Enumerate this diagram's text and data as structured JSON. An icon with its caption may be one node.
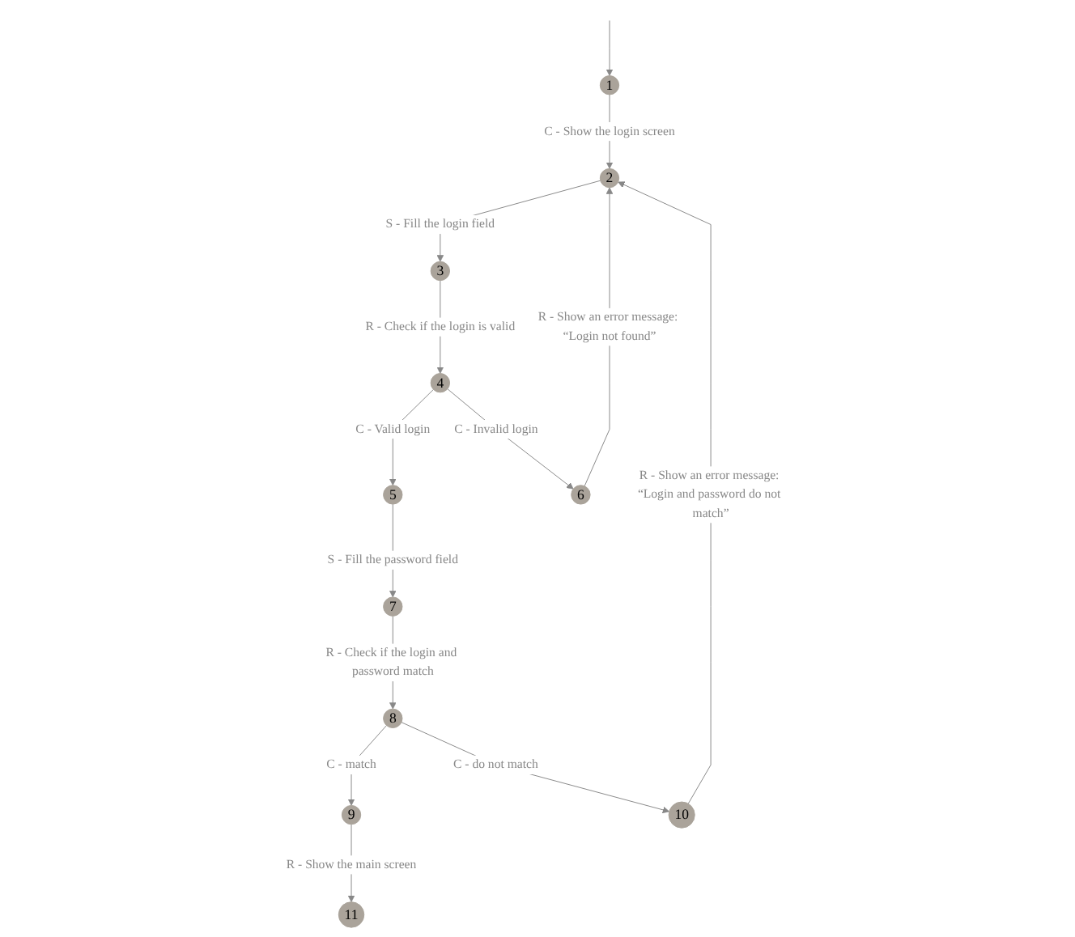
{
  "diagram": {
    "nodes": [
      {
        "text": [
          "1"
        ]
      },
      {
        "text": [
          "2"
        ]
      },
      {
        "text": [
          "3"
        ]
      },
      {
        "text": [
          "4"
        ]
      },
      {
        "text": [
          "5"
        ]
      },
      {
        "text": [
          "6"
        ]
      },
      {
        "text": [
          "7"
        ]
      },
      {
        "text": [
          "8"
        ]
      },
      {
        "text": [
          "9"
        ]
      },
      {
        "text": [
          "10"
        ]
      },
      {
        "text": [
          "11"
        ]
      }
    ],
    "edges": [
      {
        "from": null,
        "to": 0,
        "arrow": "to"
      },
      {
        "from": 0,
        "to": 1,
        "arrow": "to",
        "label": "C - Show the login screen"
      },
      {
        "from": 1,
        "to": 2,
        "arrow": "to",
        "label": "S - Fill the login field"
      },
      {
        "from": 2,
        "to": 3,
        "arrow": "to",
        "label": "R - Check if the login is valid"
      },
      {
        "from": 3,
        "to": 4,
        "arrow": "to",
        "label": "C - Valid login"
      },
      {
        "from": 3,
        "to": 5,
        "arrow": "to",
        "label": "C - Invalid login"
      },
      {
        "from": 5,
        "to": 1,
        "arrow": "to",
        "label": "R - Show an error message: “Login not found”"
      },
      {
        "from": 4,
        "to": 6,
        "arrow": "to",
        "label": "S - Fill the password field"
      },
      {
        "from": 6,
        "to": 7,
        "arrow": "to",
        "label": "R - Check if the login and password match"
      },
      {
        "from": 7,
        "to": 8,
        "arrow": "to",
        "label": "C - match"
      },
      {
        "from": 7,
        "to": 9,
        "arrow": "to",
        "label": "C - do not match"
      },
      {
        "from": 9,
        "to": 1,
        "arrow": "to",
        "label": "R - Show an error message: “Login and password do not match”"
      },
      {
        "from": 8,
        "to": 10,
        "arrow": "to",
        "label": "R - Show the main screen"
      }
    ]
  }
}
